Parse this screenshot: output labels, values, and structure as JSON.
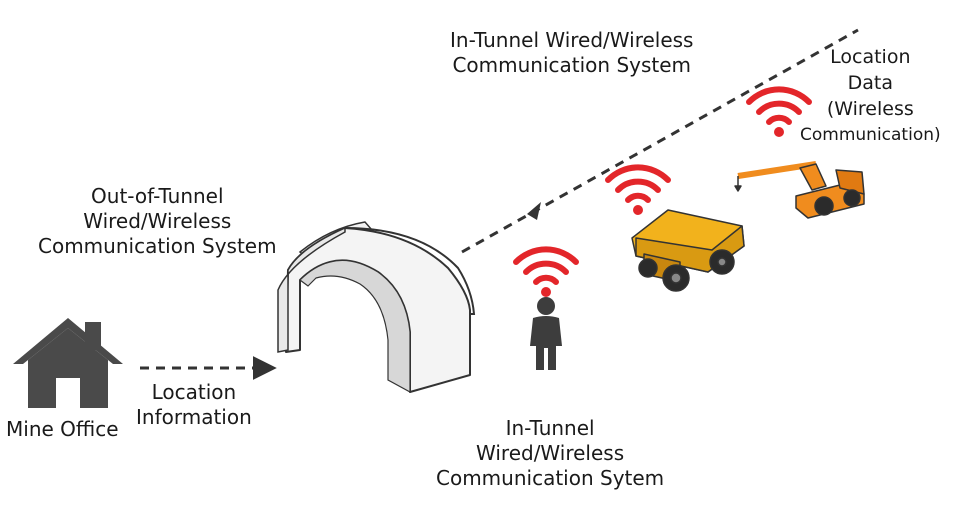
{
  "labels": {
    "in_tunnel_top": [
      "In-Tunnel Wired/Wireless",
      "Communication System"
    ],
    "out_of_tunnel": [
      "Out-of-Tunnel",
      "Wired/Wireless",
      "Communication System"
    ],
    "location_data": [
      "Location",
      "Data",
      "(Wireless",
      "Communication)"
    ],
    "mine_office": "Mine Office",
    "location_information": [
      "Location",
      "Information"
    ],
    "in_tunnel_bottom": [
      "In-Tunnel",
      "Wired/Wireless",
      "Communication Sytem"
    ]
  },
  "icons": {
    "office": "house-icon",
    "tunnel": "tunnel-arch-icon",
    "worker": "person-icon",
    "dump_truck": "dump-truck-icon",
    "crane": "crane-truck-icon",
    "signal": "wifi-signal-icon"
  },
  "colors": {
    "signal": "#e3262a",
    "house": "#4a4a4a",
    "truck": "#f2b21c",
    "crane": "#f08c1e",
    "person": "#3d3d3d",
    "line": "#333333"
  }
}
